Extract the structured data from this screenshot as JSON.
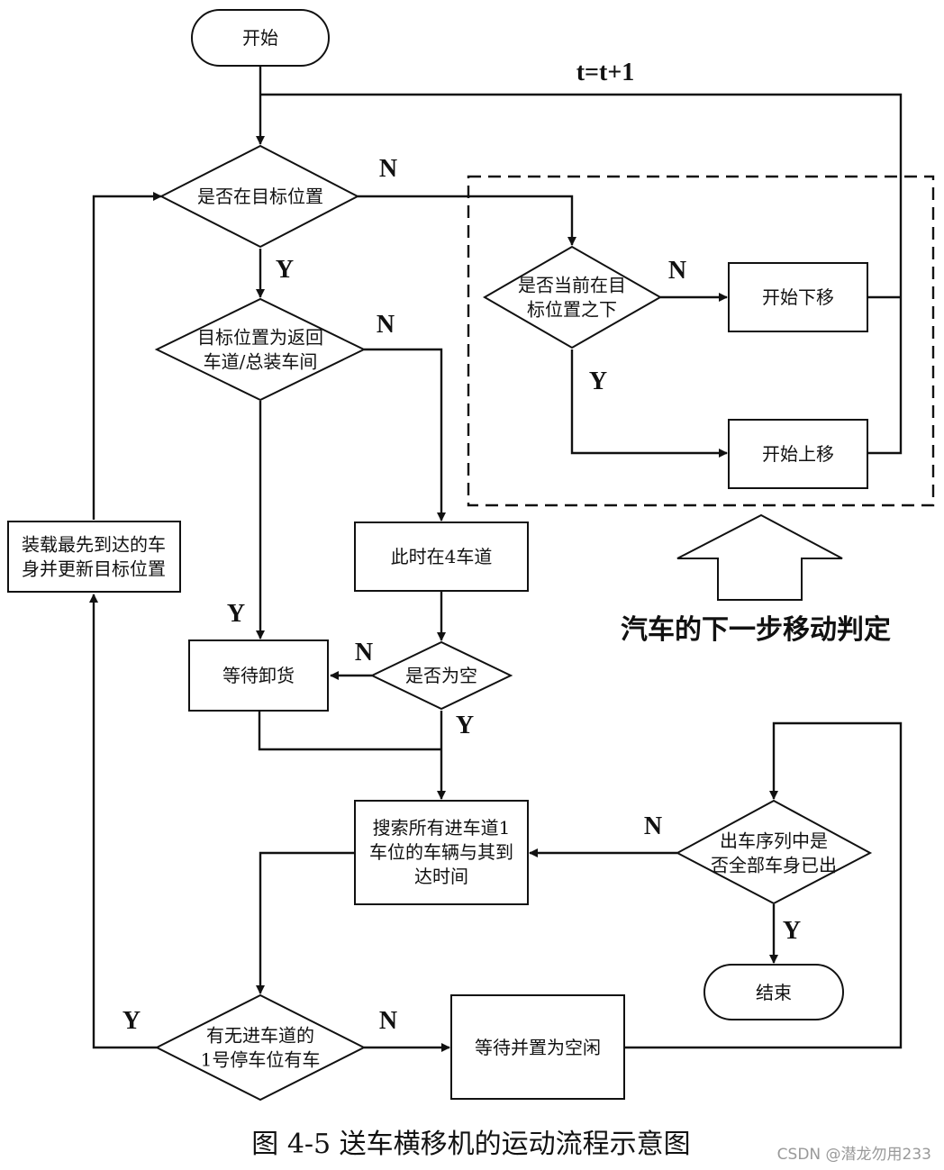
{
  "nodes": {
    "start": [
      "开始"
    ],
    "is_target": [
      "是否在目标位置"
    ],
    "return_lane": [
      "目标位置为返回",
      "车道/总装车间"
    ],
    "below_target": [
      "是否当前在目",
      "标位置之下"
    ],
    "move_down": [
      "开始下移"
    ],
    "move_up": [
      "开始上移"
    ],
    "load_car": [
      "装载最先到达的车",
      "身并更新目标位置"
    ],
    "lane4": [
      "此时在4车道"
    ],
    "wait_unload": [
      "等待卸货"
    ],
    "is_empty": [
      "是否为空"
    ],
    "search": [
      "搜索所有进车道1",
      "车位的车辆与其到",
      "达时间"
    ],
    "all_out": [
      "出车序列中是",
      "否全部车身已出"
    ],
    "end": [
      "结束"
    ],
    "has_car": [
      "有无进车道的",
      "1号停车位有车"
    ],
    "wait_idle": [
      "等待并置为空闲"
    ]
  },
  "labels": {
    "loop": "t=t+1",
    "yes": "Y",
    "no": "N"
  },
  "region_label": "汽车的下一步移动判定",
  "caption": "图  4-5  送车横移机的运动流程示意图",
  "watermark": "CSDN @潜龙勿用233"
}
